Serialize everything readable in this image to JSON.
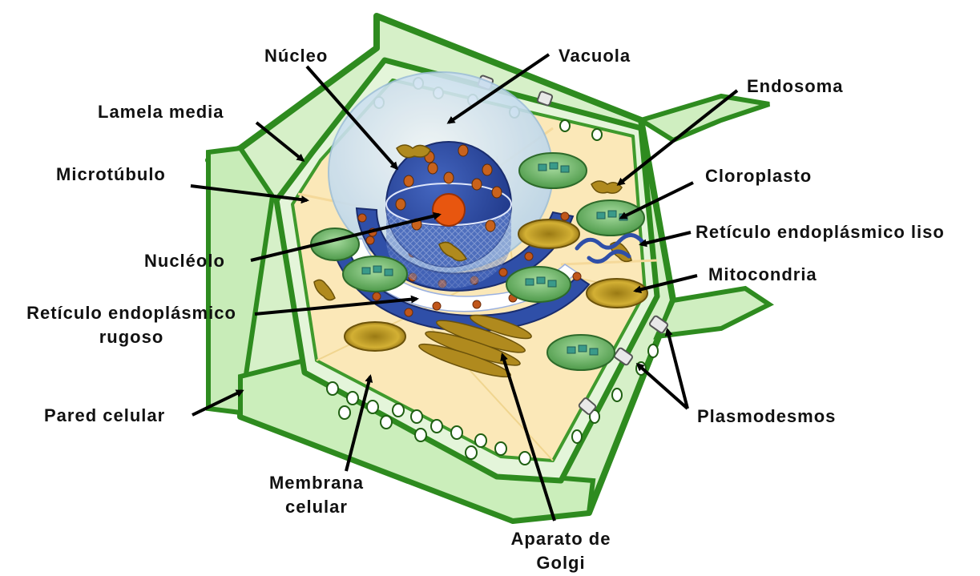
{
  "labels": {
    "nucleo": "Núcleo",
    "vacuola": "Vacuola",
    "lamela_media": "Lamela media",
    "endosoma": "Endosoma",
    "microtubulo": "Microtúbulo",
    "cloroplasto": "Cloroplasto",
    "reticulo_liso": "Retículo endoplásmico liso",
    "nucleolo": "Nucléolo",
    "mitocondria": "Mitocondria",
    "reticulo_rugoso_1": "Retículo endoplásmico",
    "reticulo_rugoso_2": "rugoso",
    "pared_celular": "Pared celular",
    "plasmodesmos": "Plasmodesmos",
    "membrana_1": "Membrana",
    "membrana_2": "celular",
    "golgi_1": "Aparato de",
    "golgi_2": "Golgi"
  },
  "colors": {
    "wall_dark": "#2e8b1f",
    "wall_light": "#cfeec0",
    "cytoplasm": "#fbe8b8",
    "nucleus": "#2f4fa8",
    "nucleolus": "#e8560f",
    "vacuole": "#cfe3f2",
    "chloroplast": "#7cc27a",
    "mitochondria": "#c9a32a",
    "golgi": "#b08a1e"
  }
}
